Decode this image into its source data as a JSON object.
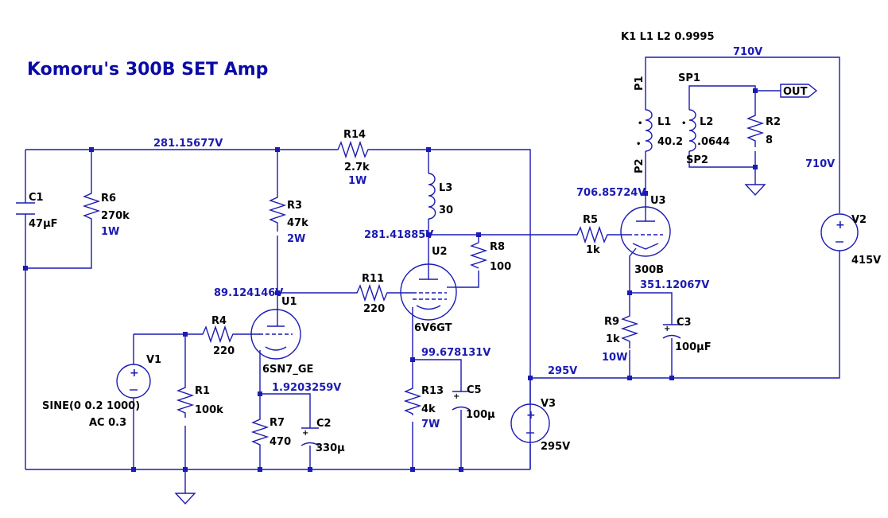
{
  "title": "Komoru's 300B SET Amp",
  "coupling": "K1 L1 L2 0.9995",
  "node_voltages": {
    "b_plus_rail": "281.15677V",
    "u2_plate": "281.41885V",
    "u1_plate": "89.124146V",
    "u1_cathode": "1.9203259V",
    "u2_cathode": "99.678131V",
    "u3_plate": "706.85724V",
    "u3_filament": "351.12067V",
    "v3_node": "295V",
    "v2_node_top": "710V",
    "v2_node_side": "710V"
  },
  "components": {
    "C1": {
      "ref": "C1",
      "value": "47µF"
    },
    "R6": {
      "ref": "R6",
      "value": "270k",
      "power": "1W"
    },
    "R3": {
      "ref": "R3",
      "value": "47k",
      "power": "2W"
    },
    "R14": {
      "ref": "R14",
      "value": "2.7k",
      "power": "1W"
    },
    "L3": {
      "ref": "L3",
      "value": "30"
    },
    "R8": {
      "ref": "R8",
      "value": "100"
    },
    "R11": {
      "ref": "R11",
      "value": "220"
    },
    "R4": {
      "ref": "R4",
      "value": "220"
    },
    "R1": {
      "ref": "R1",
      "value": "100k"
    },
    "R7": {
      "ref": "R7",
      "value": "470"
    },
    "C2": {
      "ref": "C2",
      "value": "330µ"
    },
    "R13": {
      "ref": "R13",
      "value": "4k",
      "power": "7W"
    },
    "C5": {
      "ref": "C5",
      "value": "100µ"
    },
    "V1": {
      "ref": "V1",
      "value": "SINE(0 0.2 1000)",
      "ac": "AC 0.3"
    },
    "V3": {
      "ref": "V3",
      "value": "295V"
    },
    "V2": {
      "ref": "V2",
      "value": "415V"
    },
    "U1": {
      "ref": "U1",
      "model": "6SN7_GE"
    },
    "U2": {
      "ref": "U2",
      "model": "6V6GT"
    },
    "U3": {
      "ref": "U3",
      "model": "300B"
    },
    "R5": {
      "ref": "R5",
      "value": "1k"
    },
    "R9": {
      "ref": "R9",
      "value": "1k",
      "power": "10W"
    },
    "C3": {
      "ref": "C3",
      "value": "100µF"
    },
    "L1": {
      "ref": "L1",
      "value": "40.2",
      "pin_top": "P1",
      "pin_bottom": "P2"
    },
    "L2": {
      "ref": "L2",
      "value": ".0644",
      "pin_top": "SP1",
      "pin_bottom": "SP2"
    },
    "R2": {
      "ref": "R2",
      "value": "8"
    }
  },
  "output_port": "OUT"
}
